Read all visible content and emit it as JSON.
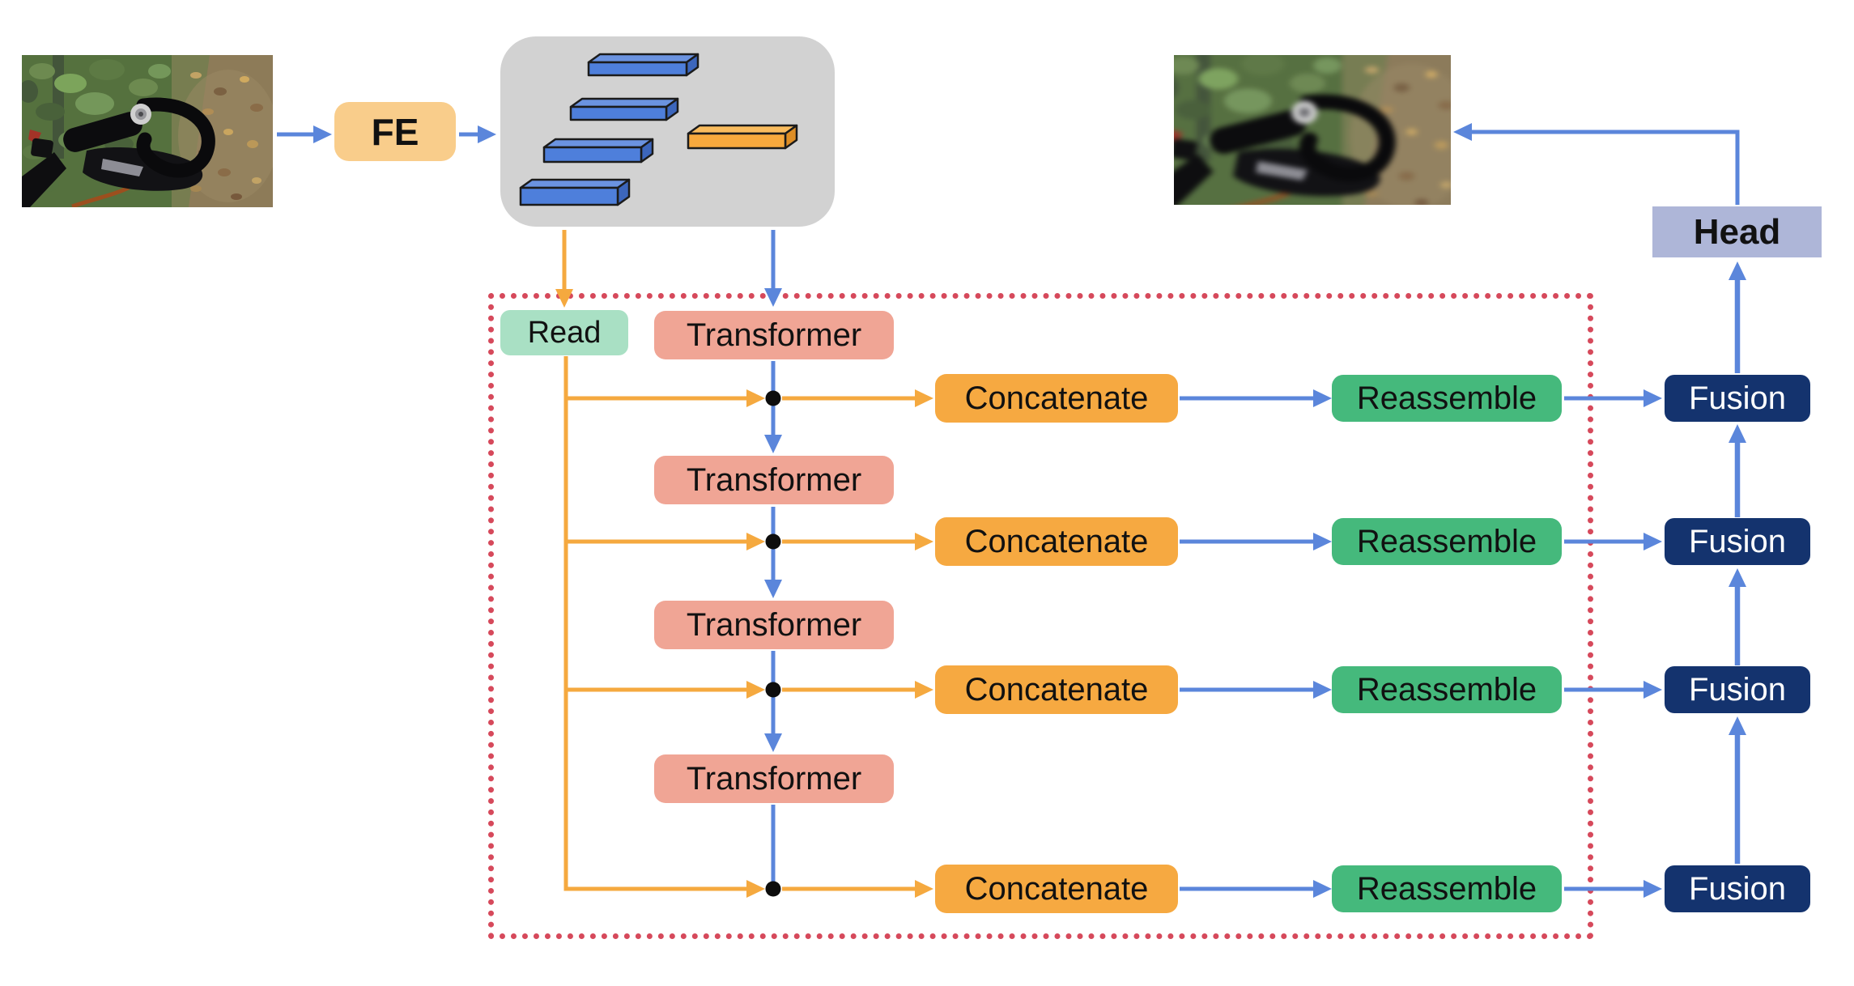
{
  "colors": {
    "canvas": "#ffffff",
    "fe_box": "#F9CD8B",
    "tokens_box": "#D2D2D2",
    "token_blue": "#4E7FDB",
    "token_blue_top": "#6B93E0",
    "token_blue_side": "#3C66BC",
    "token_orange": "#F7A93D",
    "token_orange_top": "#F9BC5E",
    "token_orange_side": "#DE8E26",
    "token_outline": "#1b1b1b",
    "read_box": "#A9E0C4",
    "transformer_box": "#F0A595",
    "concatenate_box": "#F6A941",
    "reassemble_box": "#45B97C",
    "fusion_box": "#14336E",
    "fusion_text": "#ffffff",
    "head_box": "#AEB6D8",
    "arrow_blue": "#5B86DB",
    "arrow_orange": "#F5A93F",
    "dotted_border": "#D6495B",
    "junction_dot": "#0d0d0d",
    "label_text": "#111111"
  },
  "encoder": {
    "fe_label": "FE"
  },
  "decoder": {
    "read_label": "Read",
    "rows": [
      {
        "transformer": "Transformer",
        "concatenate": "Concatenate",
        "reassemble": "Reassemble",
        "fusion": "Fusion"
      },
      {
        "transformer": "Transformer",
        "concatenate": "Concatenate",
        "reassemble": "Reassemble",
        "fusion": "Fusion"
      },
      {
        "transformer": "Transformer",
        "concatenate": "Concatenate",
        "reassemble": "Reassemble",
        "fusion": "Fusion"
      },
      {
        "transformer": "Transformer",
        "concatenate": "Concatenate",
        "reassemble": "Reassemble",
        "fusion": "Fusion"
      }
    ]
  },
  "head": {
    "label": "Head"
  },
  "icons": {
    "input_image": "photo-bicycle-handlebar",
    "output_image": "photo-bicycle-handlebar-blurred",
    "patch_tokens": "blue-3d-bars",
    "readout_token": "orange-3d-bar",
    "patch_token_count": 4,
    "readout_token_count": 1
  }
}
